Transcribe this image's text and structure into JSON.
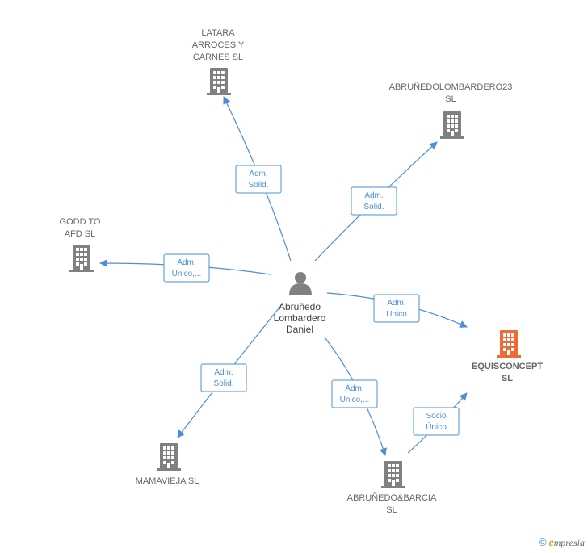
{
  "colors": {
    "edge": "#4a8fd9",
    "company": "#808080",
    "highlight_company": "#f06a35",
    "person": "#808080"
  },
  "person": {
    "name_lines": [
      "Abruñedo",
      "Lombardero",
      "Daniel"
    ],
    "icon": "person-icon"
  },
  "companies": [
    {
      "id": "latara",
      "label_lines": [
        "LATARA",
        "ARROCES Y",
        "CARNES  SL"
      ],
      "icon": "building-icon",
      "highlight": false
    },
    {
      "id": "abrunedolombardero23",
      "label_lines": [
        "ABRUÑEDOLOMBARDERO23",
        "SL"
      ],
      "icon": "building-icon",
      "highlight": false
    },
    {
      "id": "goddtoafd",
      "label_lines": [
        "GODD TO",
        "AFD  SL"
      ],
      "icon": "building-icon",
      "highlight": false
    },
    {
      "id": "equisconcept",
      "label_lines": [
        "EQUISCONCEPT",
        "SL"
      ],
      "icon": "building-icon",
      "highlight": true
    },
    {
      "id": "mamavieja",
      "label_lines": [
        "MAMAVIEJA  SL"
      ],
      "icon": "building-icon",
      "highlight": false
    },
    {
      "id": "abrunedobarcia",
      "label_lines": [
        "ABRUÑEDO&BARCIA",
        "SL"
      ],
      "icon": "building-icon",
      "highlight": false
    }
  ],
  "relations": [
    {
      "from": "person",
      "to": "latara",
      "label_lines": [
        "Adm.",
        "Solid."
      ]
    },
    {
      "from": "person",
      "to": "abrunedolombardero23",
      "label_lines": [
        "Adm.",
        "Solid."
      ]
    },
    {
      "from": "person",
      "to": "goddtoafd",
      "label_lines": [
        "Adm.",
        "Unico,..."
      ]
    },
    {
      "from": "person",
      "to": "equisconcept",
      "label_lines": [
        "Adm.",
        "Unico"
      ]
    },
    {
      "from": "person",
      "to": "mamavieja",
      "label_lines": [
        "Adm.",
        "Solid."
      ]
    },
    {
      "from": "person",
      "to": "abrunedobarcia",
      "label_lines": [
        "Adm.",
        "Unico,..."
      ]
    },
    {
      "from": "abrunedobarcia",
      "to": "equisconcept",
      "label_lines": [
        "Socio",
        "Único"
      ]
    }
  ],
  "footer": {
    "copyright_symbol": "©",
    "brand_initial": "e",
    "brand_rest": "mpresia"
  }
}
